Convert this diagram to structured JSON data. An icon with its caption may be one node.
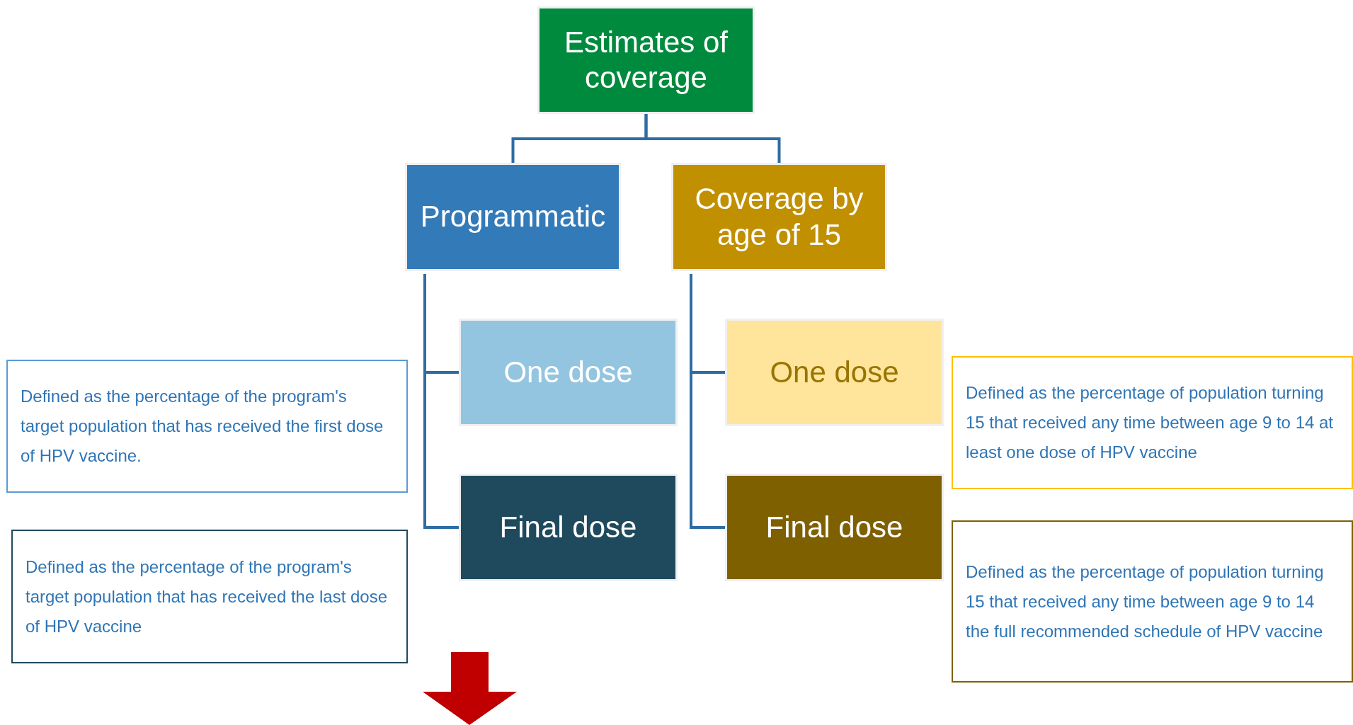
{
  "diagram": {
    "nodes": [
      {
        "text": [
          "Estimates of coverage"
        ]
      },
      {
        "text": [
          "Programmatic"
        ]
      },
      {
        "text": [
          "Coverage by age of 15"
        ]
      },
      {
        "text": [
          "Defined as the percentage of the program's target population that has received the first dose of HPV vaccine."
        ]
      },
      {
        "text": [
          "One dose"
        ]
      },
      {
        "text": [
          "One dose"
        ]
      },
      {
        "text": [
          "Defined as the percentage of population turning 15 that received any time between age 9 to 14 at least one dose of HPV vaccine"
        ]
      },
      {
        "text": [
          "Final dose"
        ]
      },
      {
        "text": [
          "Final dose"
        ]
      },
      {
        "text": [
          "Defined as the percentage of the program's target population that has received the last dose of HPV vaccine"
        ]
      },
      {
        "text": [
          "Defined as the percentage of population turning 15 that received any time between age 9 to 14 the full recommended schedule of HPV vaccine"
        ]
      }
    ],
    "edges": [
      {
        "from": 0,
        "to": 1,
        "arrow": "none"
      },
      {
        "from": 0,
        "to": 2,
        "arrow": "none"
      },
      {
        "from": 1,
        "to": 4,
        "arrow": "none"
      },
      {
        "from": 1,
        "to": 7,
        "arrow": "none"
      },
      {
        "from": 2,
        "to": 5,
        "arrow": "none"
      },
      {
        "from": 2,
        "to": 8,
        "arrow": "none"
      }
    ]
  }
}
